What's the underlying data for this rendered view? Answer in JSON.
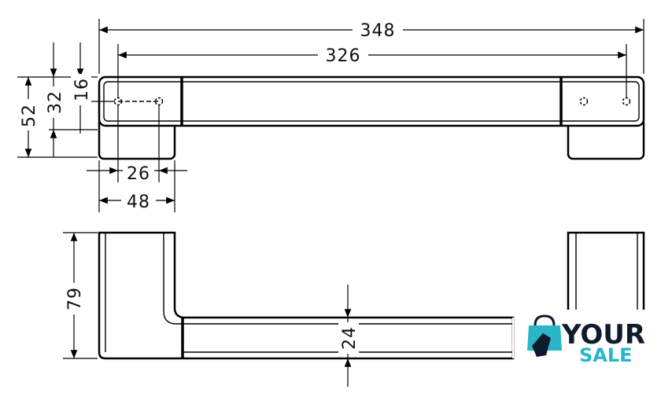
{
  "dimensions": {
    "overall_length": "348",
    "hole_spacing": "326",
    "height_52": "52",
    "height_32": "32",
    "height_16": "16",
    "width_26": "26",
    "width_48": "48",
    "depth_79": "79",
    "bar_24": "24"
  },
  "logo": {
    "line1": "YOUR",
    "line2": "SALE",
    "icon": "shopping-bag-hand-icon",
    "colors": {
      "dark": "#0d1b2a",
      "accent": "#29b6c8"
    }
  }
}
